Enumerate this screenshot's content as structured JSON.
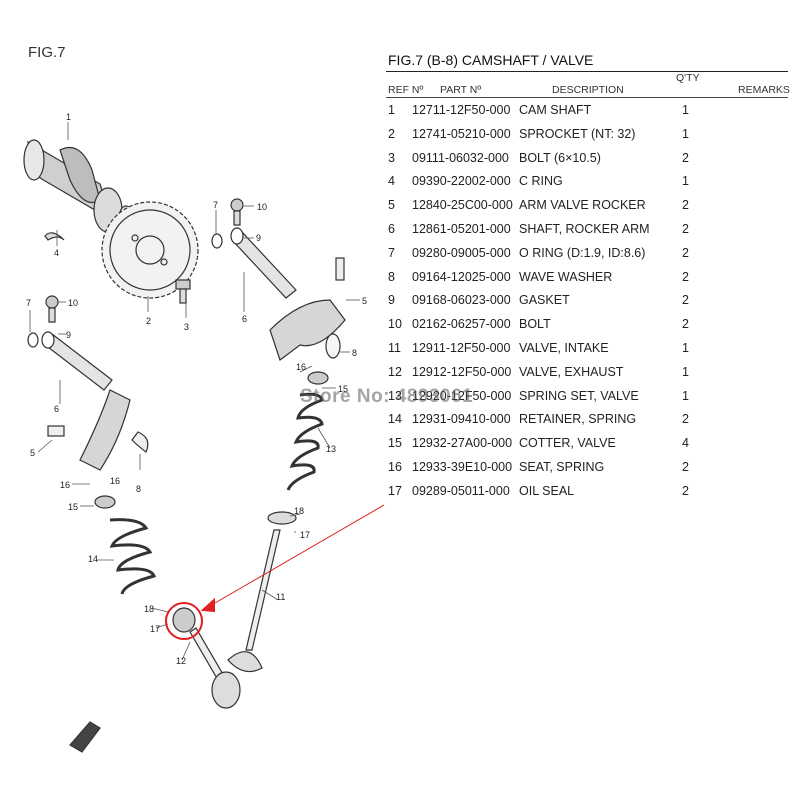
{
  "figure_label": "FIG.7",
  "title": "FIG.7 (B-8) CAMSHAFT / VALVE",
  "headers": {
    "ref": "REF Nº",
    "part": "PART Nº",
    "description": "DESCRIPTION",
    "qty": "Q'TY",
    "remarks": "REMARKS"
  },
  "parts": [
    {
      "ref": "1",
      "part": "12711-12F50-000",
      "description": "CAM SHAFT",
      "qty": "1"
    },
    {
      "ref": "2",
      "part": "12741-05210-000",
      "description": "SPROCKET (NT: 32)",
      "qty": "1"
    },
    {
      "ref": "3",
      "part": "09111-06032-000",
      "description": "BOLT (6×10.5)",
      "qty": "2"
    },
    {
      "ref": "4",
      "part": "09390-22002-000",
      "description": "C RING",
      "qty": "1"
    },
    {
      "ref": "5",
      "part": "12840-25C00-000",
      "description": "ARM VALVE ROCKER",
      "qty": "2"
    },
    {
      "ref": "6",
      "part": "12861-05201-000",
      "description": "SHAFT, ROCKER ARM",
      "qty": "2"
    },
    {
      "ref": "7",
      "part": "09280-09005-000",
      "description": "O RING (D:1.9, ID:8.6)",
      "qty": "2"
    },
    {
      "ref": "8",
      "part": "09164-12025-000",
      "description": "WAVE WASHER",
      "qty": "2"
    },
    {
      "ref": "9",
      "part": "09168-06023-000",
      "description": "GASKET",
      "qty": "2"
    },
    {
      "ref": "10",
      "part": "02162-06257-000",
      "description": "BOLT",
      "qty": "2"
    },
    {
      "ref": "11",
      "part": "12911-12F50-000",
      "description": "VALVE, INTAKE",
      "qty": "1"
    },
    {
      "ref": "12",
      "part": "12912-12F50-000",
      "description": "VALVE, EXHAUST",
      "qty": "1"
    },
    {
      "ref": "13",
      "part": "12920-12F50-000",
      "description": "SPRING SET, VALVE",
      "qty": "1"
    },
    {
      "ref": "14",
      "part": "12931-09410-000",
      "description": "RETAINER, SPRING",
      "qty": "2"
    },
    {
      "ref": "15",
      "part": "12932-27A00-000",
      "description": "COTTER, VALVE",
      "qty": "4"
    },
    {
      "ref": "16",
      "part": "12933-39E10-000",
      "description": "SEAT, SPRING",
      "qty": "2"
    },
    {
      "ref": "17",
      "part": "09289-05011-000",
      "description": "OIL SEAL",
      "qty": "2"
    }
  ],
  "watermark": "Store No: 4893061",
  "callouts": [
    "1",
    "2",
    "3",
    "4",
    "5",
    "5",
    "6",
    "6",
    "7",
    "7",
    "8",
    "8",
    "9",
    "9",
    "10",
    "10",
    "11",
    "12",
    "13",
    "14",
    "15",
    "15",
    "16",
    "16",
    "16",
    "17",
    "17",
    "18",
    "18"
  ],
  "highlight_color": "#e02020"
}
